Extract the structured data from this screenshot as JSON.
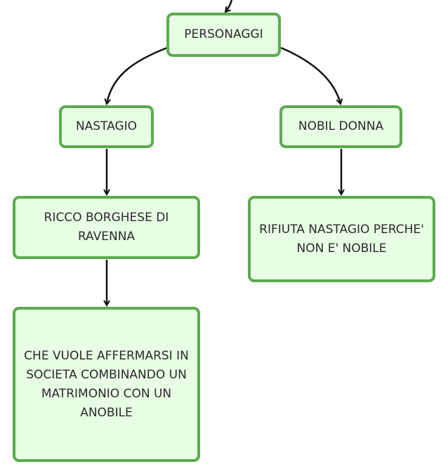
{
  "colors": {
    "node_fill": "#e7fde4",
    "node_border": "#5cab4e",
    "edge": "#111111",
    "text": "#2b2b2b"
  },
  "nodes": {
    "personaggi": "PERSONAGGI",
    "nastagio": "NASTAGIO",
    "nobil_donna": "NOBIL DONNA",
    "ricco": "RICCO BORGHESE DI RAVENNA",
    "rifiuta": "RIFIUTA NASTAGIO PERCHE' NON E' NOBILE",
    "che_vuole": "CHE VUOLE AFFERMARSI IN SOCIETA COMBINANDO UN MATRIMONIO CON UN ANOBILE"
  },
  "edges": [
    {
      "from": "above",
      "to": "personaggi"
    },
    {
      "from": "personaggi",
      "to": "nastagio"
    },
    {
      "from": "personaggi",
      "to": "nobil_donna"
    },
    {
      "from": "nastagio",
      "to": "ricco"
    },
    {
      "from": "ricco",
      "to": "che_vuole"
    },
    {
      "from": "nobil_donna",
      "to": "rifiuta"
    }
  ]
}
